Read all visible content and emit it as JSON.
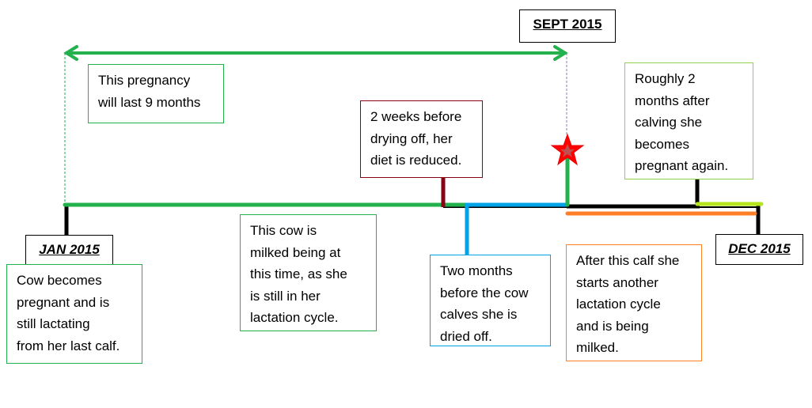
{
  "dates": {
    "start": "JAN 2015",
    "calving": "SEPT 2015",
    "end": "DEC 2015"
  },
  "notes": {
    "pregnancy": "This pregnancy\nwill last 9 months",
    "start": "Cow becomes\npregnant and is\nstill lactating\nfrom her last calf.",
    "milked": "This cow is\nmilked being at\nthis time, as she\nis still in her\nlactation cycle.",
    "diet": "2 weeks before\ndrying off, her\ndiet is reduced.",
    "dried": "Two months\nbefore the cow\ncalves she is\ndried off.",
    "new_cycle": "After this calf she\nstarts another\nlactation cycle\nand is being\nmilked.",
    "again": "Roughly 2\nmonths after\ncalving she\nbecomes\npregnant again."
  },
  "colors": {
    "pregnancy": "#22b14c",
    "diet": "#880015",
    "dry": "#00a2e8",
    "lactation": "#ff7f27",
    "new_pregnancy": "#b5e61d",
    "calving_star": "#ff0000",
    "timeline": "#000000"
  }
}
